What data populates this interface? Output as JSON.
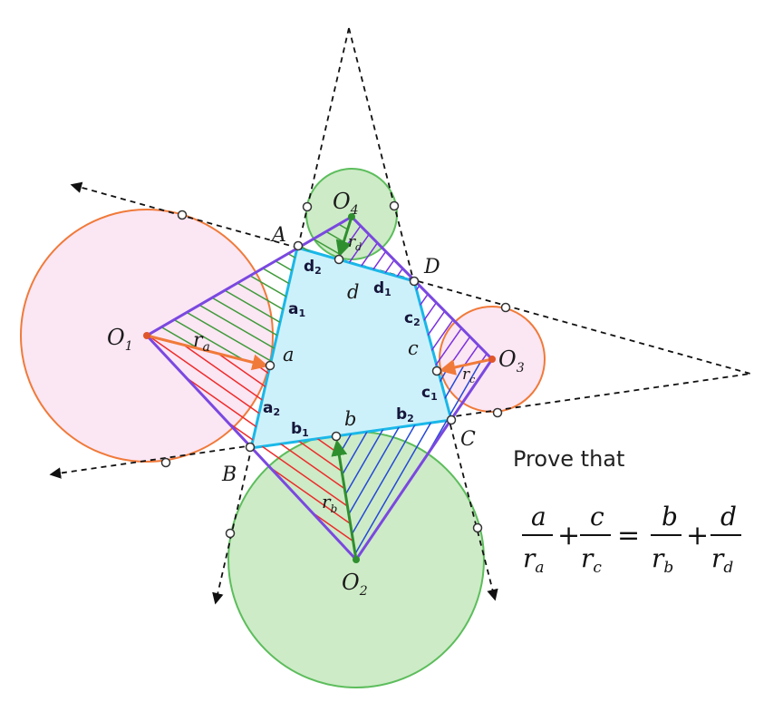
{
  "points": {
    "A": "A",
    "B": "B",
    "C": "C",
    "D": "D",
    "O1": "O",
    "O1_sub": "1",
    "O2": "O",
    "O2_sub": "2",
    "O3": "O",
    "O3_sub": "3",
    "O4": "O",
    "O4_sub": "4"
  },
  "tangent_points": {
    "a": "a",
    "b": "b",
    "c": "c",
    "d": "d"
  },
  "radii": {
    "ra": "r",
    "ra_sub": "a",
    "rb": "r",
    "rb_sub": "b",
    "rc": "r",
    "rc_sub": "c",
    "rd": "r",
    "rd_sub": "d"
  },
  "segments": {
    "a1": "a",
    "a1_sub": "1",
    "a2": "a",
    "a2_sub": "2",
    "b1": "b",
    "b1_sub": "1",
    "b2": "b",
    "b2_sub": "2",
    "c1": "c",
    "c1_sub": "1",
    "c2": "c",
    "c2_sub": "2",
    "d1": "d",
    "d1_sub": "1",
    "d2": "d",
    "d2_sub": "2"
  },
  "prove_text": "Prove that",
  "formula": {
    "t1_num": "a",
    "t1_den": "r",
    "t1_den_sub": "a",
    "plus1": "+",
    "t2_num": "c",
    "t2_den": "r",
    "t2_den_sub": "c",
    "equals": "=",
    "t3_num": "b",
    "t3_den": "r",
    "t3_den_sub": "b",
    "plus2": "+",
    "t4_num": "d",
    "t4_den": "r",
    "t4_den_sub": "d"
  },
  "watermark": "",
  "colors": {
    "quad_fill": "#cdf1fb",
    "quad_stroke": "#1ab8e8",
    "kite_stroke": "#7a48e0",
    "circle_orange": "#f07a3a",
    "circle_orange_fill": "#fbe6f3",
    "circle_green": "#5cbd5c",
    "circle_green_fill": "#cdebc6",
    "hatch_green": "#3f9a3a",
    "hatch_red": "#ee2a2a",
    "hatch_blue": "#2448d8",
    "hatch_purple": "#7a30e0"
  }
}
